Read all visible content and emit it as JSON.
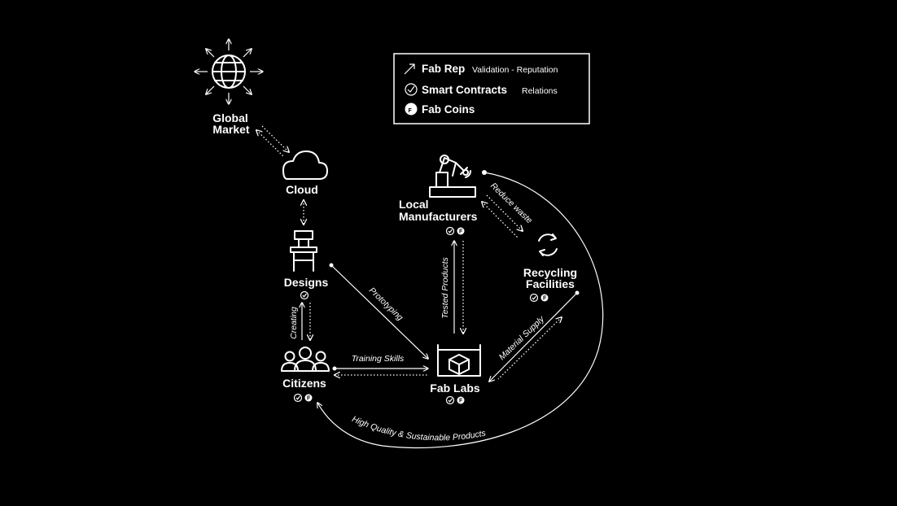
{
  "legend": {
    "fab_rep_title": "Fab Rep",
    "fab_rep_sub": "Validation - Reputation",
    "smart_contracts_title": "Smart Contracts",
    "smart_contracts_sub": "Relations",
    "fab_coins_title": "Fab Coins"
  },
  "nodes": {
    "global_market_line1": "Global",
    "global_market_line2": "Market",
    "cloud": "Cloud",
    "designs": "Designs",
    "citizens": "Citizens",
    "local_manufacturers_line1": "Local",
    "local_manufacturers_line2": "Manufacturers",
    "recycling_line1": "Recycling",
    "recycling_line2": "Facilities",
    "fab_labs": "Fab Labs"
  },
  "flows": {
    "creating": "Creating",
    "prototyping": "Prototyping",
    "training_skills": "Training Skills",
    "tested_products": "Tested Products",
    "reduce_waste": "Reduce waste",
    "material_supply": "Material Supply",
    "high_quality": "High Quality & Sustainable Products"
  },
  "colors": {
    "background": "#000000",
    "foreground": "#ffffff"
  }
}
